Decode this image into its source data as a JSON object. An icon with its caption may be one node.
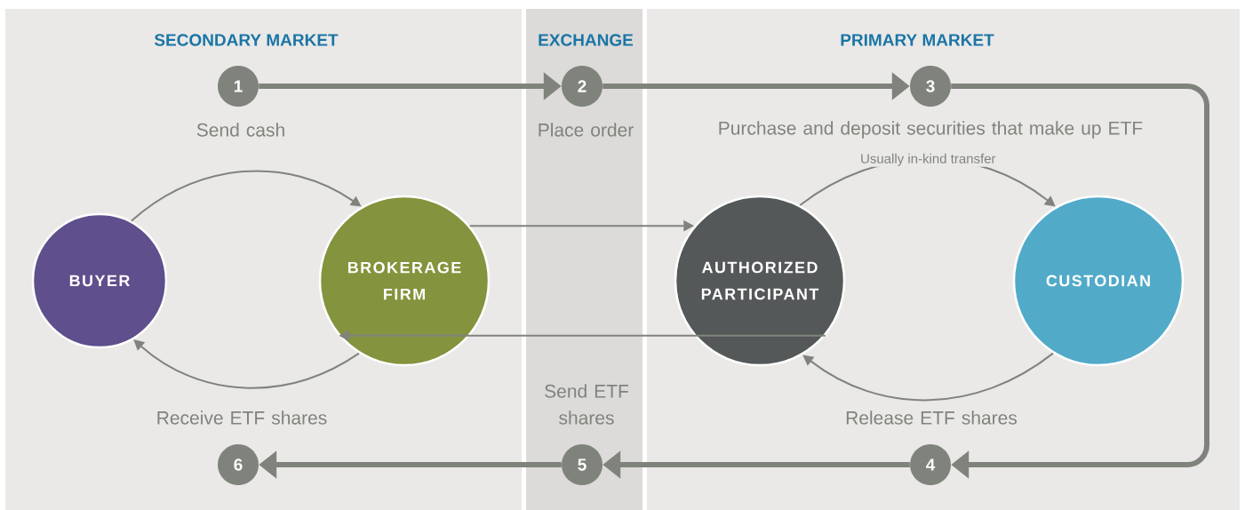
{
  "diagram": {
    "nodes": [
      {
        "text": [
          "SECONDARY MARKET"
        ]
      },
      {
        "text": [
          "EXCHANGE"
        ]
      },
      {
        "text": [
          "PRIMARY MARKET"
        ]
      },
      {
        "text": [
          "1"
        ],
        "in": 0,
        "beside": [
          "Send cash"
        ]
      },
      {
        "text": [
          "2"
        ],
        "in": 1,
        "beside": [
          "Place order"
        ]
      },
      {
        "text": [
          "3"
        ],
        "in": 2,
        "beside": [
          "Purchase and deposit securities that make up ETF"
        ]
      },
      {
        "text": [
          "BUYER"
        ],
        "in": 0
      },
      {
        "text": [
          "BROKERAGE FIRM"
        ],
        "in": 0
      },
      {
        "text": [
          "AUTHORIZED PARTICIPANT"
        ],
        "in": 2
      },
      {
        "text": [
          "CUSTODIAN"
        ],
        "in": 2
      },
      {
        "text": [
          "6"
        ],
        "in": 0,
        "beside": [
          "Receive ETF shares"
        ]
      },
      {
        "text": [
          "5"
        ],
        "in": 1,
        "beside": [
          "Send ETF shares"
        ]
      },
      {
        "text": [
          "4"
        ],
        "in": 2,
        "beside": [
          "Release ETF shares"
        ]
      }
    ],
    "edges": [
      {
        "from": 3,
        "to": 4,
        "arrow": "to",
        "style": "thick"
      },
      {
        "from": 4,
        "to": 5,
        "arrow": "to",
        "style": "thick"
      },
      {
        "from": 5,
        "to": 12,
        "arrow": "to",
        "style": "thick"
      },
      {
        "from": 12,
        "to": 11,
        "arrow": "to",
        "style": "thick"
      },
      {
        "from": 11,
        "to": 10,
        "arrow": "to",
        "style": "thick"
      },
      {
        "from": 6,
        "to": 7,
        "arrow": "to"
      },
      {
        "from": 7,
        "to": 6,
        "arrow": "to"
      },
      {
        "from": 7,
        "to": 8,
        "arrow": "to"
      },
      {
        "from": 8,
        "to": 7,
        "arrow": "to"
      },
      {
        "from": 8,
        "to": 9,
        "arrow": "to",
        "label": "Usually in-kind transfer"
      },
      {
        "from": 9,
        "to": 8,
        "arrow": "to"
      }
    ]
  }
}
